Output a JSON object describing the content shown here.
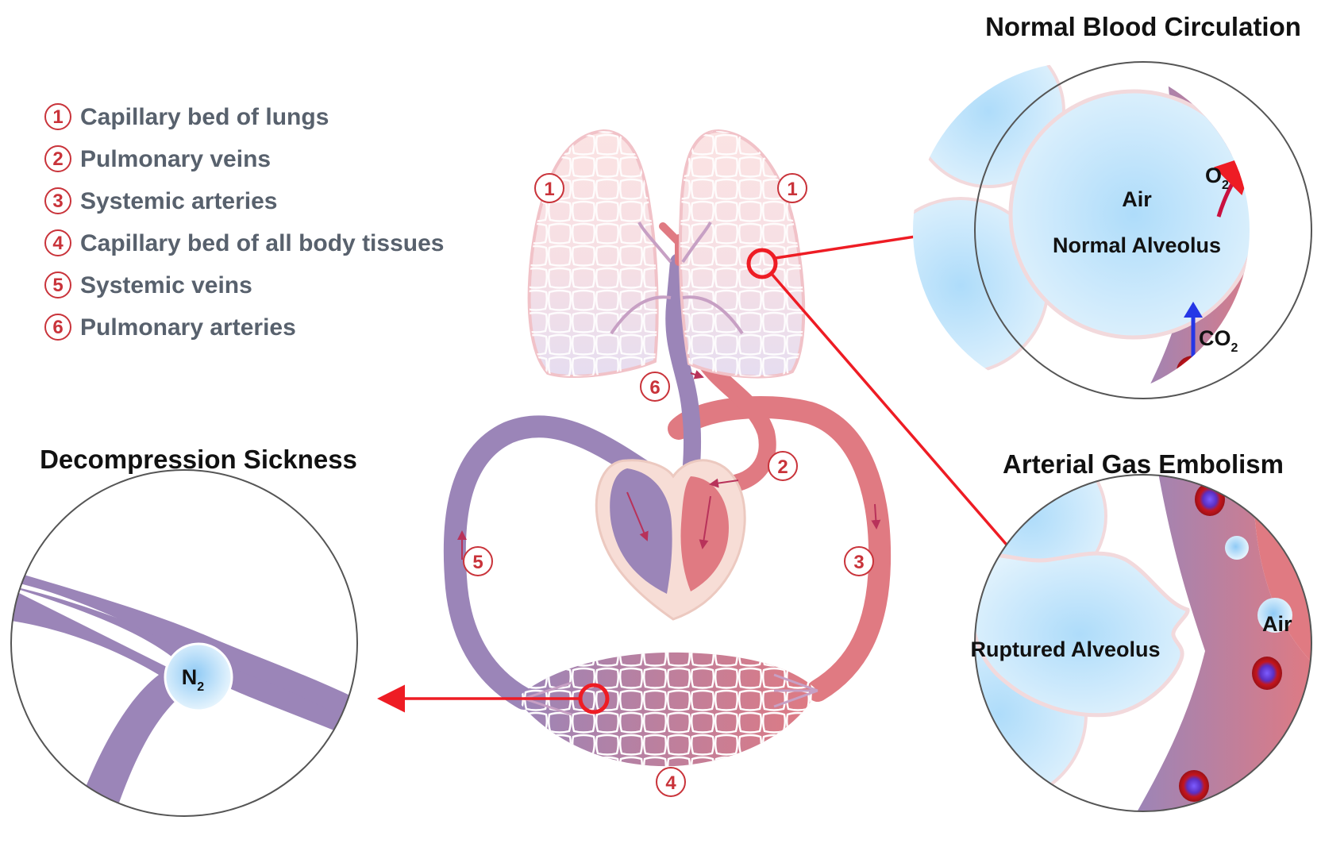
{
  "legend": [
    {
      "num": "1",
      "label": "Capillary bed of lungs"
    },
    {
      "num": "2",
      "label": "Pulmonary veins"
    },
    {
      "num": "3",
      "label": "Systemic arteries"
    },
    {
      "num": "4",
      "label": "Capillary bed of all body tissues"
    },
    {
      "num": "5",
      "label": "Systemic veins"
    },
    {
      "num": "6",
      "label": "Pulmonary arteries"
    }
  ],
  "diagram_numbers": {
    "lung_left": "1",
    "lung_right": "1",
    "pulm_art": "6",
    "pulm_vein": "2",
    "sys_vein": "5",
    "sys_art": "3",
    "tissue_bed": "4"
  },
  "panels": {
    "normal": {
      "title": "Normal Blood Circulation",
      "air": "Air",
      "alveolus": "Normal Alveolus",
      "o2": "O",
      "o2_sub": "2",
      "co2": "CO",
      "co2_sub": "2"
    },
    "embolism": {
      "title": "Arterial Gas Embolism",
      "alveolus": "Ruptured Alveolus",
      "air": "Air"
    },
    "dcs": {
      "title": "Decompression Sickness",
      "n2": "N",
      "n2_sub": "2"
    }
  },
  "colors": {
    "artery": "#e07a82",
    "vein": "#9b85b8",
    "oxygenated_cell": "#d7262e",
    "highlight": "#ee1c24",
    "alveolus": "#bfe2f8",
    "text_gray": "#58616d",
    "number_red": "#c9333a"
  }
}
